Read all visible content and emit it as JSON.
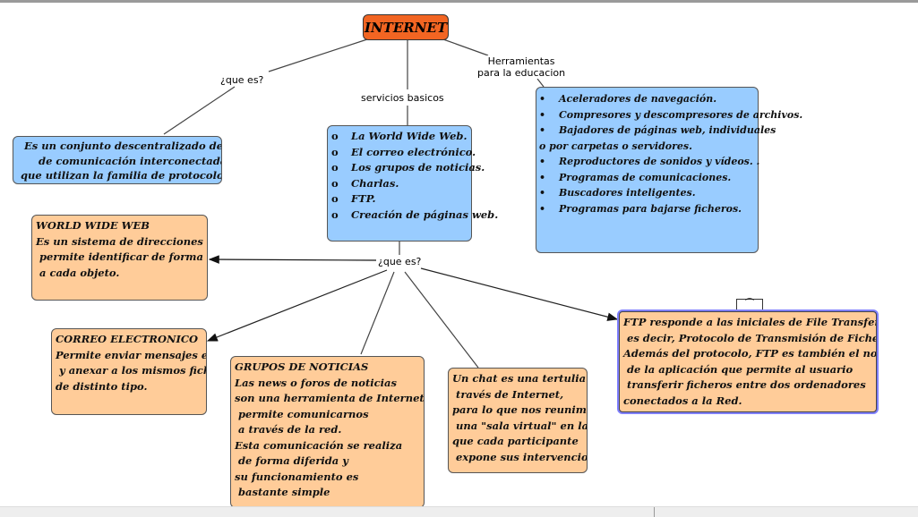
{
  "root": {
    "label": "INTERNET"
  },
  "links": {
    "que_es_top": "¿que es?",
    "servicios": "servicios basicos",
    "herramientas": "Herramientas\npara la educacion",
    "que_es_mid": "¿que es?"
  },
  "definition": {
    "text": "  Es un conjunto descentralizado de redes\n      de comunicación interconectadas\n que utilizan la familia de protocolos TCP/IP"
  },
  "servicios": {
    "bullet": "o",
    "items": [
      "La World Wide Web.",
      "El correo electrónico.",
      "Los grupos de noticias.",
      "Charlas.",
      "FTP.",
      "Creación de páginas web."
    ]
  },
  "herramientas": {
    "bullet": "•",
    "items": [
      "Aceleradores de navegación.",
      "Compresores y descompresores de archivos.",
      "Bajadores de páginas web, individuales",
      "o por carpetas o servidores.",
      "Reproductores de sonidos y vídeos. .",
      "Programas de comunicaciones.",
      "Buscadores inteligentes.",
      "Programas para bajarse ficheros."
    ]
  },
  "www": {
    "text": "WORLD WIDE WEB\nEs un sistema de direcciones que\n permite identificar de forma unívoca\n a cada objeto."
  },
  "correo": {
    "text": "CORREO ELECTRONICO\nPermite enviar mensajes escritos\n y anexar a los mismos ficheros\nde distinto tipo."
  },
  "grupos": {
    "text": "GRUPOS DE NOTICIAS\nLas news o foros de noticias\nson una herramienta de Internet que nos\n permite comunicarnos\n a través de la red.\nEsta comunicación se realiza\n de forma diferida y\nsu funcionamiento es\n bastante simple"
  },
  "chat": {
    "text": "Un chat es una tertulia a\n través de Internet,\npara lo que nos reunimos en\n una \"sala virtual\" en la\nque cada participante\n expone sus intervenciones."
  },
  "ftp": {
    "text": "FTP responde a las iniciales de File Transfer Protocol,\n es decir, Protocolo de Transmisión de Ficheros.\nAdemás del protocolo, FTP es también el nombre\n de la aplicación que permite al usuario\n transferir ficheros entre dos ordenadores\nconectados a la Red."
  },
  "colors": {
    "root": "#f26522",
    "blue": "#99ccff",
    "orange": "#ffcc99",
    "selection": "#8080ff"
  }
}
